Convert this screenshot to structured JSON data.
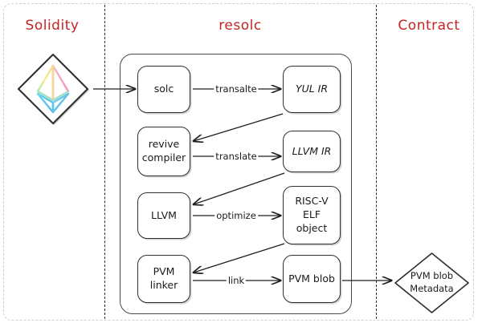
{
  "diagram": {
    "title_hidden": "resolc compilation pipeline",
    "accent_color": "#c62323",
    "stroke_color": "#2e2e2e",
    "background_color": "#ffffff"
  },
  "lanes": [
    {
      "id": "solidity",
      "label": "Solidity"
    },
    {
      "id": "resolc",
      "label": "resolc"
    },
    {
      "id": "contract",
      "label": "Contract"
    }
  ],
  "nodes": {
    "solidity_source": {
      "label": "",
      "shape": "diamond",
      "icon": "ethereum-logo"
    },
    "solc": {
      "label": "solc"
    },
    "yul_ir": {
      "label": "YUL IR"
    },
    "revive": {
      "label": "revive\ncompiler"
    },
    "llvm_ir": {
      "label": "LLVM IR"
    },
    "llvm": {
      "label": "LLVM"
    },
    "riscv": {
      "label": "RISC-V\nELF\nobject"
    },
    "pvm_linker": {
      "label": "PVM\nlinker"
    },
    "pvm_blob": {
      "label": "PVM blob"
    },
    "pvm_metadata": {
      "label": "PVM blob\nMetadata",
      "shape": "diamond"
    }
  },
  "edges": [
    {
      "id": "e1",
      "from": "solidity_source",
      "to": "solc",
      "label": ""
    },
    {
      "id": "e2",
      "from": "solc",
      "to": "yul_ir",
      "label": "transalte"
    },
    {
      "id": "e3",
      "from": "yul_ir",
      "to": "revive",
      "label": ""
    },
    {
      "id": "e4",
      "from": "revive",
      "to": "llvm_ir",
      "label": "translate"
    },
    {
      "id": "e5",
      "from": "llvm_ir",
      "to": "llvm",
      "label": ""
    },
    {
      "id": "e6",
      "from": "llvm",
      "to": "riscv",
      "label": "optimize"
    },
    {
      "id": "e7",
      "from": "riscv",
      "to": "pvm_linker",
      "label": ""
    },
    {
      "id": "e8",
      "from": "pvm_linker",
      "to": "pvm_blob",
      "label": "link"
    },
    {
      "id": "e9",
      "from": "pvm_blob",
      "to": "pvm_metadata",
      "label": ""
    }
  ],
  "edge_labels": {
    "transalte": "transalte",
    "translate": "translate",
    "optimize": "optimize",
    "link": "link"
  }
}
